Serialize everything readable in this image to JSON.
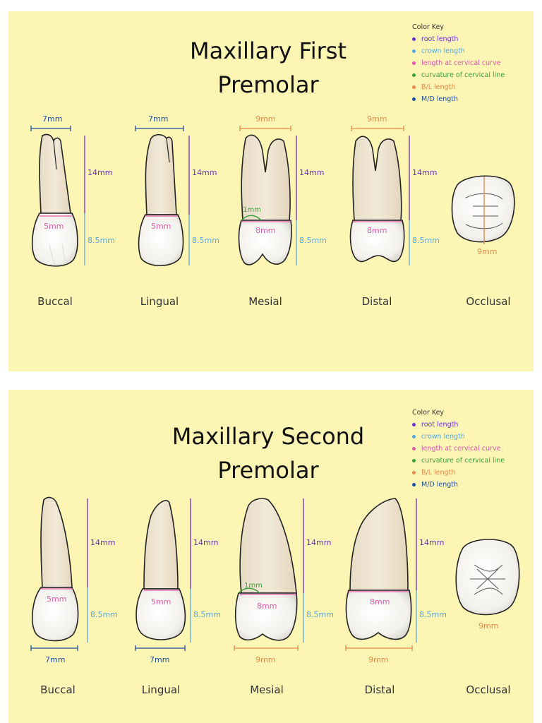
{
  "colors": {
    "root": "#6b2fd6",
    "crown": "#58a8e0",
    "cervical": "#e05aa8",
    "curvature": "#3aa03a",
    "bl": "#e88a4a",
    "md": "#1f4fa0"
  },
  "panels": [
    {
      "title_line1": "Maxillary First",
      "title_line2": "Premolar",
      "key_title": "Color Key",
      "key": [
        "root length",
        "crown length",
        "length at cervical curve",
        "curvature of cervical line",
        "B/L length",
        "M/D length"
      ],
      "views": [
        "Buccal",
        "Lingual",
        "Mesial",
        "Distal",
        "Occlusal"
      ],
      "meas": {
        "buccal_md": "7mm",
        "lingual_md": "7mm",
        "mesial_bl": "9mm",
        "distal_bl": "9mm",
        "root": "14mm",
        "crown": "8.5mm",
        "cerv_b": "5mm",
        "cerv_l": "5mm",
        "cerv_m": "8mm",
        "cerv_d": "8mm",
        "curv": "1mm",
        "occl": "9mm"
      }
    },
    {
      "title_line1": "Maxillary Second",
      "title_line2": "Premolar",
      "key_title": "Color Key",
      "key": [
        "root length",
        "crown length",
        "length at cervical curve",
        "curvature of cervical line",
        "B/L length",
        "M/D length"
      ],
      "views": [
        "Buccal",
        "Lingual",
        "Mesial",
        "Distal",
        "Occlusal"
      ],
      "meas": {
        "buccal_md": "7mm",
        "lingual_md": "7mm",
        "mesial_bl": "9mm",
        "distal_bl": "9mm",
        "root": "14mm",
        "crown": "8.5mm",
        "cerv_b": "5mm",
        "cerv_l": "5mm",
        "cerv_m": "8mm",
        "cerv_d": "8mm",
        "curv": "1mm",
        "occl": "9mm"
      }
    }
  ]
}
